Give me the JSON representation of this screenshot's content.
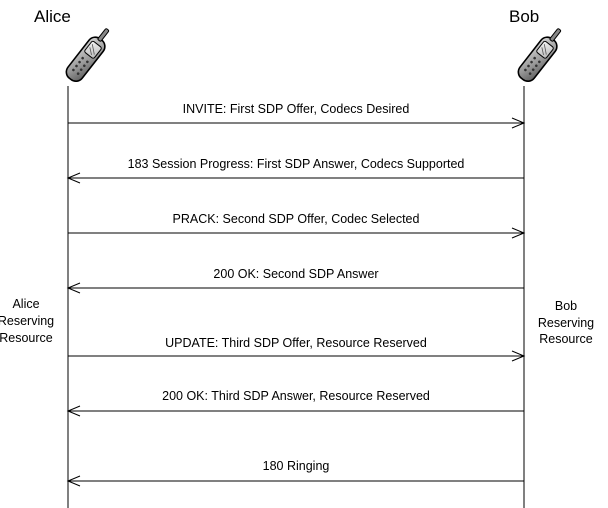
{
  "parties": {
    "left": {
      "name": "Alice",
      "icon": "mobile-phone-icon"
    },
    "right": {
      "name": "Bob",
      "icon": "mobile-phone-icon"
    }
  },
  "messages": [
    {
      "label": "INVITE: First SDP Offer, Codecs Desired",
      "direction": "left-to-right"
    },
    {
      "label": "183 Session Progress: First SDP Answer, Codecs Supported",
      "direction": "right-to-left"
    },
    {
      "label": "PRACK: Second SDP Offer, Codec Selected",
      "direction": "left-to-right"
    },
    {
      "label": "200 OK: Second SDP Answer",
      "direction": "right-to-left"
    },
    {
      "label": "UPDATE: Third SDP Offer, Resource Reserved",
      "direction": "left-to-right"
    },
    {
      "label": "200 OK: Third SDP Answer, Resource Reserved",
      "direction": "right-to-left"
    },
    {
      "label": "180 Ringing",
      "direction": "right-to-left"
    }
  ],
  "notes": {
    "left": [
      "Alice",
      "Reserving",
      "Resource"
    ],
    "right": [
      "Bob",
      "Reserving",
      "Resource"
    ]
  }
}
